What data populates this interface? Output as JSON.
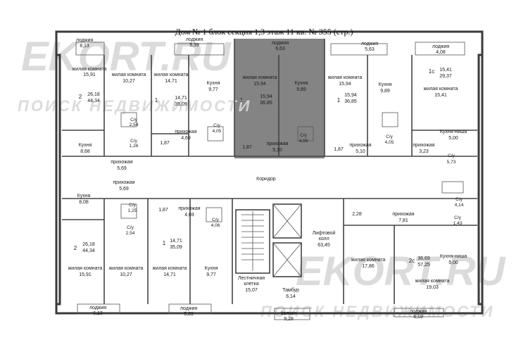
{
  "title": "Дом № 1 блок секция 1,3 этаж 11 кв. № 355 (стр.)",
  "watermark": {
    "brand": "EKORT.RU",
    "tagline": "ПОИСК НЕДВИЖИМОСТИ"
  },
  "highlight_color": "#6f6f6f",
  "labels": {
    "l1": "лоджия",
    "l2": "8,13",
    "l3": "лоджия",
    "l4": "5,39",
    "l5": "лоджия",
    "l6": "6,63",
    "l7": "лоджия",
    "l8": "5,63",
    "l9": "лоджия",
    "l10": "4,08",
    "l11": "жилая комната",
    "l12": "15,91",
    "l13": "2",
    "l14": "26,18",
    "l15": "44,34",
    "l16": "жилая комната",
    "l17": "10,27",
    "l18": "жилая комната",
    "l19": "14,71",
    "l20": "1",
    "l21": "14,71",
    "l22": "35,09",
    "l23": "Кухня",
    "l24": "9,77",
    "l25": "жилая комната",
    "l26": "15,94",
    "l27": "1",
    "l28": "15,94",
    "l29": "36,85",
    "l30": "Кухня",
    "l31": "9,89",
    "l32": "жилая комната",
    "l33": "15,94",
    "l34": "1",
    "l35": "15,94",
    "l36": "36,85",
    "l37": "Кухня",
    "l38": "9,89",
    "l39": "1с",
    "l40": "15,41",
    "l41": "29,37",
    "l42": "жилая комната",
    "l43": "15,41",
    "l44": "С/у",
    "l45": "2,54",
    "l46": "С/у",
    "l47": "1,26",
    "l48": "Кухня",
    "l49": "8,68",
    "l50": "1,87",
    "l51": "прихожая",
    "l52": "4,69",
    "l53": "С/у",
    "l54": "4,05",
    "l55": "1,87",
    "l56": "прихожая",
    "l57": "5,10",
    "l58": "С/у",
    "l59": "4,05",
    "l60": "1,87",
    "l61": "прихожая",
    "l62": "5,10",
    "l63": "С/у",
    "l64": "4,05",
    "l65": "прихожая",
    "l66": "3,23",
    "l67": "Кухня-ниша",
    "l68": "5,00",
    "l69": "С/у",
    "l70": "5,73",
    "l71": "прихожая",
    "l72": "5,69",
    "l73": "Коридор",
    "l74": "прихожая",
    "l75": "5,69",
    "l76": "Кухня",
    "l77": "8,08",
    "l78": "С/у",
    "l79": "1,25",
    "l80": "С/у",
    "l81": "2,54",
    "l82": "1,87",
    "l83": "прихожая",
    "l84": "4,69",
    "l85": "С/у",
    "l86": "4,06",
    "l87": "2,28",
    "l88": "прихожая",
    "l89": "7,81",
    "l90": "С/у",
    "l91": "4,14",
    "l92": "С/у",
    "l93": "1,43",
    "l94": "2",
    "l95": "26,18",
    "l96": "44,34",
    "l97": "жилая комната",
    "l98": "15,91",
    "l99": "жилая комната",
    "l100": "10,27",
    "l101": "1",
    "l102": "14,71",
    "l103": "35,09",
    "l104": "жилая комната",
    "l105": "14,71",
    "l106": "Кухня",
    "l107": "9,77",
    "l108": "Лифтовой",
    "l109": "холл",
    "l110": "63,45",
    "l111": "Лестничная",
    "l112": "клетка",
    "l113": "15,07",
    "l114": "Тамбур",
    "l115": "6,14",
    "l116": "жилая комната",
    "l117": "17,86",
    "l118": "2с",
    "l119": "36,69",
    "l120": "57,25",
    "l121": "Кухня-ниша",
    "l122": "5,00",
    "l123": "жилая комната",
    "l124": "19,03",
    "l125": "лоджия",
    "l126": "6,13",
    "l127": "лоджия",
    "l128": "5,39",
    "l129": "балкон",
    "l130": "9,28",
    "l131": "лоджия",
    "l132": "6,19"
  }
}
